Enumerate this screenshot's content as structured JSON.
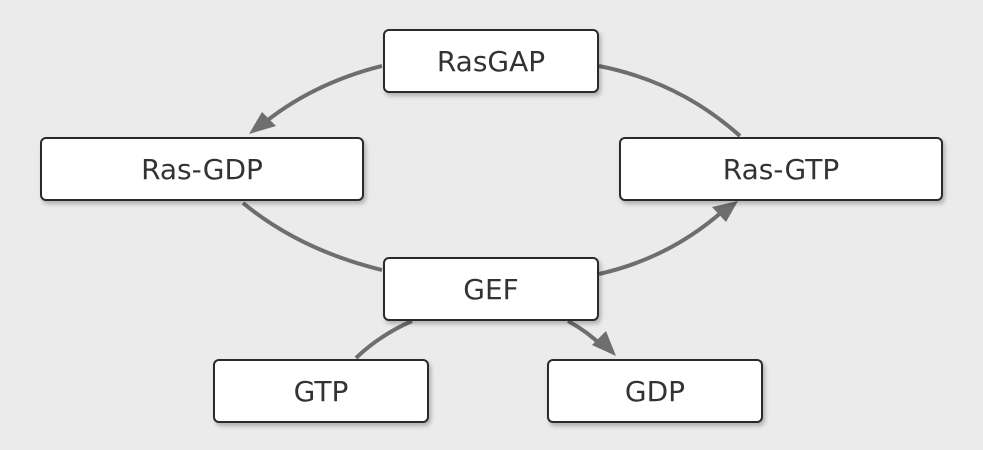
{
  "diagram": {
    "nodes": {
      "rasgap": "RasGAP",
      "rasgdp": "Ras-GDP",
      "rasgtp": "Ras-GTP",
      "gef": "GEF",
      "gtp": "GTP",
      "gdp": "GDP"
    },
    "edges": [
      {
        "from": "Ras-GTP",
        "to": "Ras-GDP",
        "via": "RasGAP"
      },
      {
        "from": "Ras-GDP",
        "to": "Ras-GTP",
        "via": "GEF"
      },
      {
        "from": "GTP",
        "to": "GDP",
        "via": "GEF"
      }
    ],
    "colors": {
      "background": "#ebebeb",
      "node_fill": "#ffffff",
      "node_border": "#2a2a2a",
      "edge": "#6e6e6e",
      "text": "#333333"
    }
  }
}
